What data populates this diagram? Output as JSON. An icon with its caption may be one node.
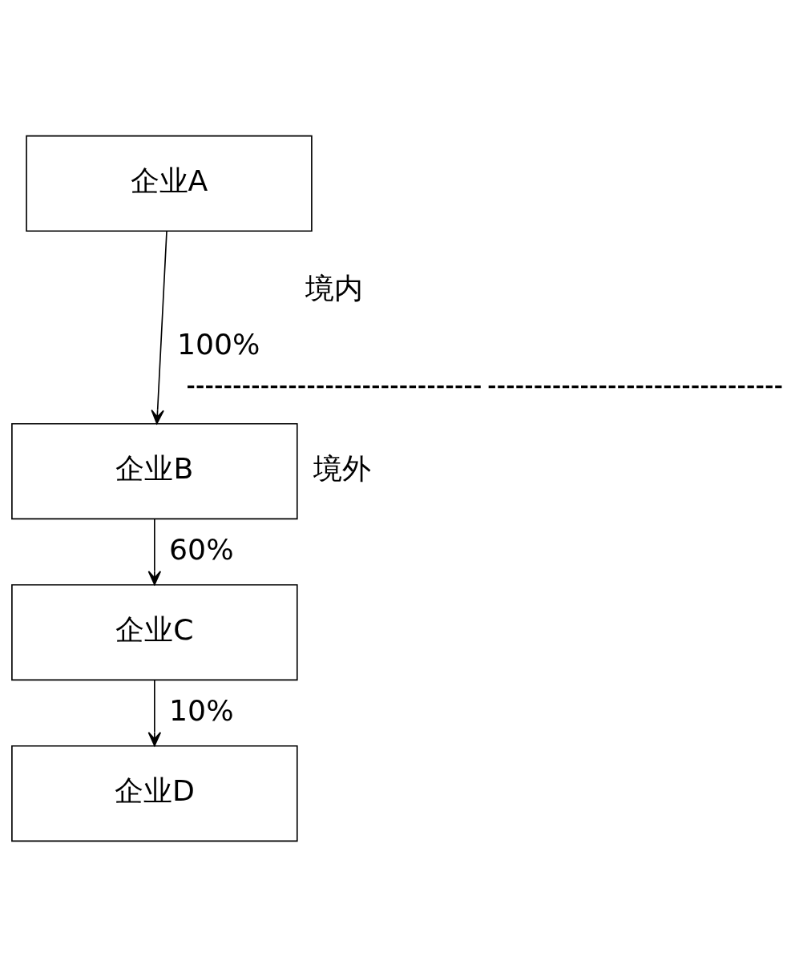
{
  "diagram": {
    "nodes": [
      {
        "text": [
          "企业A"
        ]
      },
      {
        "text": [
          "企业B"
        ]
      },
      {
        "text": [
          "企业C"
        ]
      },
      {
        "text": [
          "企业D"
        ]
      }
    ],
    "edges": [
      {
        "from": 0,
        "to": 1,
        "arrow": "to",
        "label": "100%"
      },
      {
        "from": 1,
        "to": 2,
        "arrow": "to",
        "label": "60%"
      },
      {
        "from": 2,
        "to": 3,
        "arrow": "to",
        "label": "10%"
      }
    ],
    "labels": [
      "境内",
      "境外"
    ]
  }
}
